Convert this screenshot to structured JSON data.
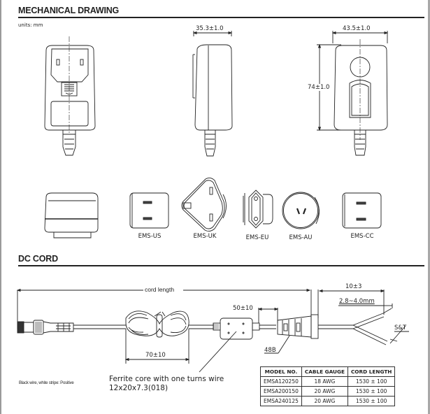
{
  "sections": {
    "mechanical": {
      "title": "MECHANICAL DRAWING",
      "units": "units: mm"
    },
    "dc_cord": {
      "title": "DC CORD"
    }
  },
  "dimensions": {
    "depth": "35.3±1.0",
    "width": "43.5±1.0",
    "height": "74±1.0"
  },
  "plugs": [
    {
      "label": "EMS-US"
    },
    {
      "label": "EMS-UK"
    },
    {
      "label": "EMS-EU"
    },
    {
      "label": "EMS-AU"
    },
    {
      "label": "EMS-CC"
    }
  ],
  "cord": {
    "cord_length_label": "cord length",
    "strip_length": "10±3",
    "strip_range": "2.8~4.0mm",
    "ferrite_offset": "50±10",
    "coil_length": "70±10",
    "strain_relief": "48B",
    "wire_end": "S&T",
    "ferrite_note_line1": "Ferrite core with one turns wire",
    "ferrite_note_line2": "12x20x7.3(018)",
    "polarity_note": "Black wire, white stripe: Positive"
  },
  "spec_table": {
    "headers": [
      "MODEL NO.",
      "CABLE GAUGE",
      "CORD LENGTH"
    ],
    "rows": [
      [
        "EMSA120250",
        "18 AWG",
        "1530 ± 100"
      ],
      [
        "EMSA200150",
        "20 AWG",
        "1530 ± 100"
      ],
      [
        "EMSA240125",
        "20 AWG",
        "1530 ± 100"
      ]
    ]
  }
}
